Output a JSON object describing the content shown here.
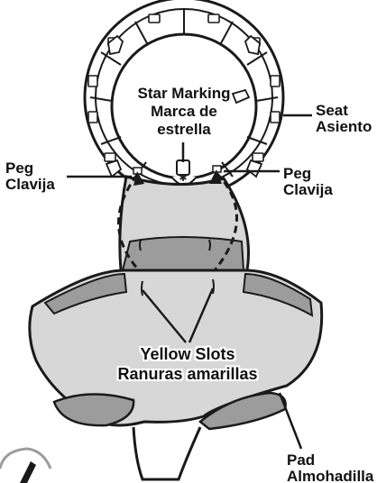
{
  "labels": {
    "star_marking": {
      "en": "Star Marking",
      "es_line1": "Marca de",
      "es_line2": "estrella"
    },
    "seat": {
      "en": "Seat",
      "es": "Asiento"
    },
    "peg_left": {
      "en": "Peg",
      "es": "Clavija"
    },
    "peg_right": {
      "en": "Peg",
      "es": "Clavija"
    },
    "yellow_slots": {
      "en": "Yellow Slots",
      "es": "Ranuras amarillas"
    },
    "pad": {
      "en": "Pad",
      "es": "Almohadilla"
    }
  },
  "colors": {
    "outline": "#1a1a1a",
    "pad_fill": "#d7d7d7",
    "pad_inner": "#9c9c9c",
    "seat_fill": "#ffffff"
  }
}
